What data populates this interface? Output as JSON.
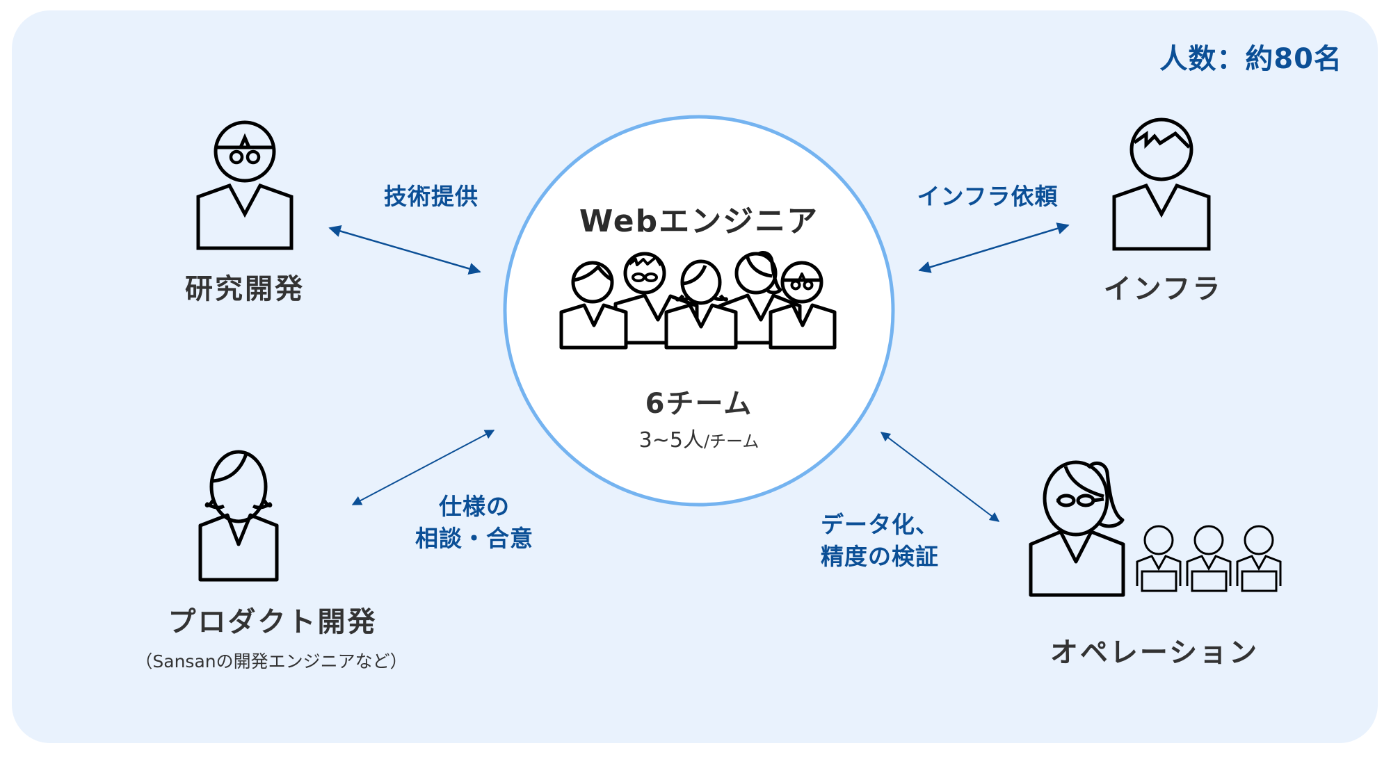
{
  "headcount": "人数：約80名",
  "center": {
    "title": "Webエンジニア",
    "teams": "6チーム",
    "team_size_value": "3~5人",
    "team_size_unit": "/チーム",
    "icon": "group-of-five-people-icon"
  },
  "nodes": [
    {
      "id": "research",
      "label": "研究開発",
      "icon": "person-with-glasses-icon"
    },
    {
      "id": "infra",
      "label": "インフラ",
      "icon": "person-icon"
    },
    {
      "id": "product",
      "label": "プロダクト開発",
      "sublabel": "（Sansanの開発エンジニアなど）",
      "icon": "woman-icon"
    },
    {
      "id": "operation",
      "label": "オペレーション",
      "icon": "woman-with-glasses-and-operators-icon"
    }
  ],
  "relations": [
    {
      "from": "research",
      "to": "center",
      "lines": [
        "技術提供"
      ],
      "direction": "bidirectional"
    },
    {
      "from": "infra",
      "to": "center",
      "lines": [
        "インフラ依頼"
      ],
      "direction": "bidirectional"
    },
    {
      "from": "product",
      "to": "center",
      "lines": [
        "仕様の",
        "相談・合意"
      ],
      "direction": "bidirectional"
    },
    {
      "from": "operation",
      "to": "center",
      "lines": [
        "データ化、",
        "精度の検証"
      ],
      "direction": "bidirectional"
    }
  ],
  "colors": {
    "background": "#e9f2fd",
    "accent_text": "#0b4f96",
    "arrow": "#0b4f96",
    "circle_border": "#74b3f0",
    "label_text": "#333333",
    "icon_stroke": "#000000"
  }
}
